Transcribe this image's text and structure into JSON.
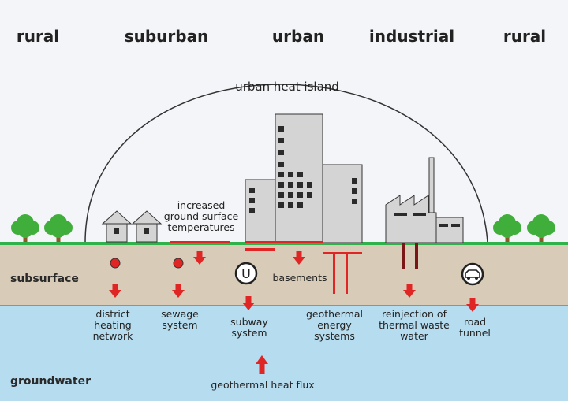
{
  "zones": {
    "rural_left": "rural",
    "suburban": "suburban",
    "urban": "urban",
    "industrial": "industrial",
    "rural_right": "rural"
  },
  "dome_label": "urban heat island",
  "layers": {
    "subsurface": "subsurface",
    "groundwater": "groundwater"
  },
  "labels": {
    "ground_surface": "increased\nground surface\ntemperatures",
    "basements": "basements",
    "district_heating": "district\nheating\nnetwork",
    "sewage": "sewage\nsystem",
    "subway": "subway\nsystem",
    "geothermal_systems": "geothermal\nenergy\nsystems",
    "reinjection": "reinjection of\nthermal waste\nwater",
    "road_tunnel": "road\ntunnel",
    "heat_flux": "geothermal heat flux"
  },
  "icons": {
    "subway": "subway-u-icon",
    "road_tunnel": "car-tunnel-icon",
    "pipe": "pipe-cross-section-icon",
    "tree": "tree-icon"
  },
  "colors": {
    "sky": "#f4f5f8",
    "subsurface": "#d8ccb8",
    "groundwater": "#b6dcef",
    "grass": "#2fb24a",
    "tree": "#3fae3a",
    "building": "#d4d4d4",
    "arrow": "#e02525",
    "window": "#2b2b2b"
  }
}
